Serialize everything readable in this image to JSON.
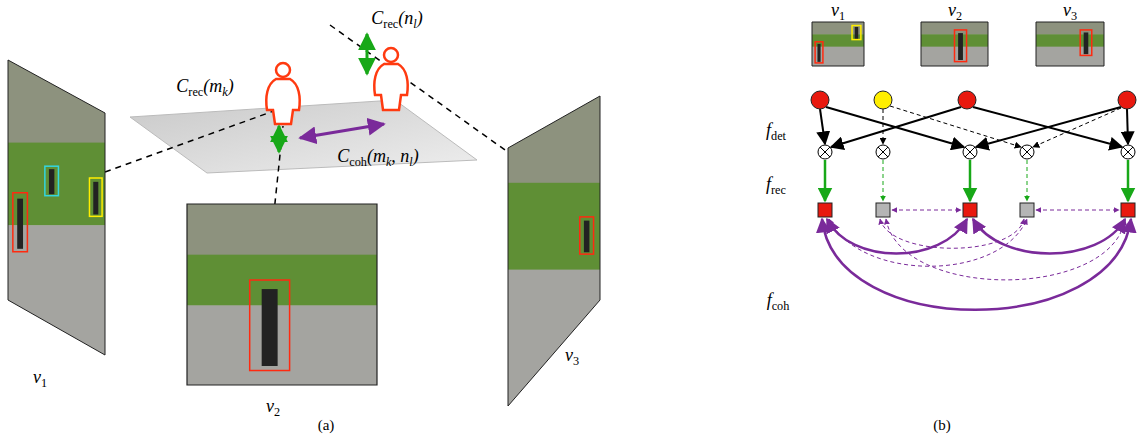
{
  "diagram": {
    "nodes": [
      {
        "text": [
          "v1"
        ]
      },
      {
        "text": [
          "v2"
        ]
      },
      {
        "text": [
          "v3"
        ]
      },
      {
        "text": [
          "v1"
        ]
      },
      {
        "text": [
          "v2"
        ]
      },
      {
        "text": [
          "v3"
        ]
      }
    ],
    "labels": [
      "Crec(nl)",
      "Crec(mk)",
      "Ccoh(mk, nl)",
      "fdet",
      "frec",
      "fcoh",
      "(a)",
      "(b)"
    ]
  }
}
